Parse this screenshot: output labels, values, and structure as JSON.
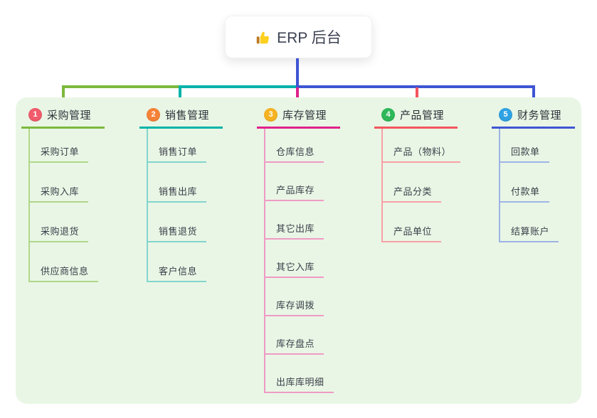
{
  "root": {
    "title": "ERP 后台",
    "icon": "thumbs-up-icon"
  },
  "canvas": {
    "panel_bg": "#e9f6e5",
    "root_line_color": "#3e55d3"
  },
  "branches": [
    {
      "badge": "1",
      "label": "采购管理",
      "color": "#7cb93e",
      "light_color": "#b0d789",
      "badge_color": "#f15b6c",
      "items": [
        "采购订单",
        "采购入库",
        "采购退货",
        "供应商信息"
      ]
    },
    {
      "badge": "2",
      "label": "销售管理",
      "color": "#00b3a9",
      "light_color": "#82d5cd",
      "badge_color": "#f58238",
      "items": [
        "销售订单",
        "销售出库",
        "销售退货",
        "客户信息"
      ]
    },
    {
      "badge": "3",
      "label": "库存管理",
      "color": "#e0218a",
      "light_color": "#f09ac5",
      "badge_color": "#f5b322",
      "items": [
        "仓库信息",
        "产品库存",
        "其它出库",
        "其它入库",
        "库存调拨",
        "库存盘点",
        "出库库明细"
      ]
    },
    {
      "badge": "4",
      "label": "产品管理",
      "color": "#f4555e",
      "light_color": "#f7a0a5",
      "badge_color": "#2eb85a",
      "items": [
        "产品（物料）",
        "产品分类",
        "产品单位"
      ]
    },
    {
      "badge": "5",
      "label": "财务管理",
      "color": "#3e55d3",
      "light_color": "#9db3e6",
      "badge_color": "#2fa2e3",
      "items": [
        "回款单",
        "付款单",
        "结算账户"
      ]
    }
  ]
}
